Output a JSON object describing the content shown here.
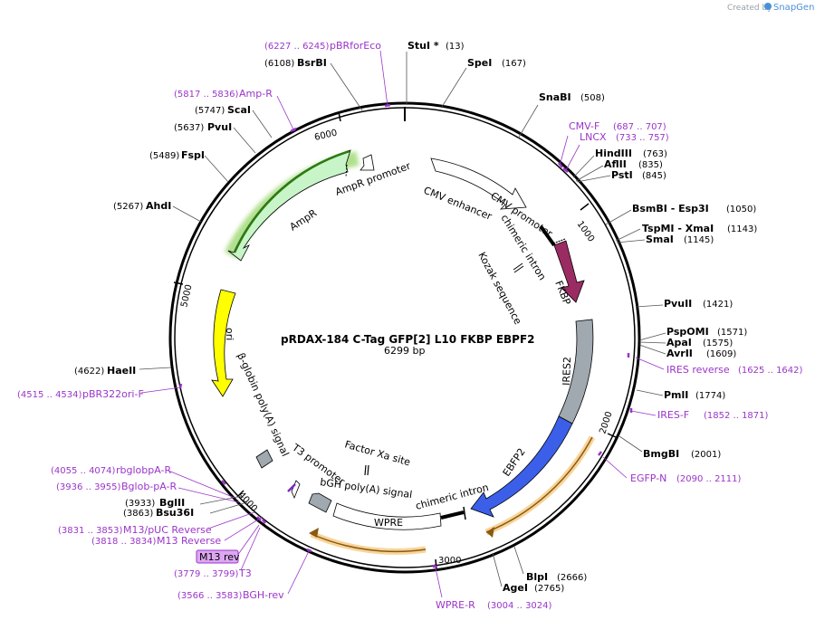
{
  "credit": {
    "prefix": "Created by",
    "brand": "SnapGene"
  },
  "plasmid": {
    "name": "pRDAX-184    C-Tag GFP[2] L10 FKBP EBPF2",
    "size": "6299 bp"
  },
  "ticks": [
    {
      "label": "1000"
    },
    {
      "label": "2000"
    },
    {
      "label": "3000"
    },
    {
      "label": "4000"
    },
    {
      "label": "5000"
    },
    {
      "label": "6000"
    }
  ],
  "sites": [
    {
      "name": "StuI *",
      "pos": "(13)"
    },
    {
      "name": "SpeI",
      "pos": "(167)"
    },
    {
      "name": "SnaBI",
      "pos": "(508)"
    },
    {
      "name": "HindIII",
      "pos": "(763)"
    },
    {
      "name": "AflII",
      "pos": "(835)"
    },
    {
      "name": "PstI",
      "pos": "(845)"
    },
    {
      "name": "BsmBI  - Esp3I",
      "pos": "(1050)"
    },
    {
      "name": "TspMI  - XmaI",
      "pos": "(1143)"
    },
    {
      "name": "SmaI",
      "pos": "(1145)"
    },
    {
      "name": "PvuII",
      "pos": "(1421)"
    },
    {
      "name": "PspOMI",
      "pos": "(1571)"
    },
    {
      "name": "ApaI",
      "pos": "(1575)"
    },
    {
      "name": "AvrII",
      "pos": "(1609)"
    },
    {
      "name": "PmlI",
      "pos": "(1774)"
    },
    {
      "name": "BmgBI",
      "pos": "(2001)"
    },
    {
      "name": "BlpI",
      "pos": "(2666)"
    },
    {
      "name": "AgeI",
      "pos": "(2765)"
    },
    {
      "name": "Bsu36I",
      "pos": "(3863)"
    },
    {
      "name": "BglII",
      "pos": "(3933)"
    },
    {
      "name": "HaeII",
      "pos": "(4622)"
    },
    {
      "name": "AhdI",
      "pos": "(5267)"
    },
    {
      "name": "FspI",
      "pos": "(5489)"
    },
    {
      "name": "PvuI",
      "pos": "(5637)"
    },
    {
      "name": "ScaI",
      "pos": "(5747)"
    },
    {
      "name": "BsrBI",
      "pos": "(6108)"
    }
  ],
  "primers": [
    {
      "name": "pBRforEco",
      "range": "(6227 .. 6245)"
    },
    {
      "name": "Amp-R",
      "range": "(5817 .. 5836)"
    },
    {
      "name": "CMV-F",
      "range": "(687 .. 707)"
    },
    {
      "name": "LNCX",
      "range": "(733 .. 757)"
    },
    {
      "name": "IRES reverse",
      "range": "(1625 .. 1642)"
    },
    {
      "name": "IRES-F",
      "range": "(1852 .. 1871)"
    },
    {
      "name": "EGFP-N",
      "range": "(2090 .. 2111)"
    },
    {
      "name": "WPRE-R",
      "range": "(3004 .. 3024)"
    },
    {
      "name": "BGH-rev",
      "range": "(3566 .. 3583)"
    },
    {
      "name": "T3",
      "range": "(3779 .. 3799)"
    },
    {
      "name": "M13 rev",
      "range": ""
    },
    {
      "name": "M13 Reverse",
      "range": "(3818 .. 3834)"
    },
    {
      "name": "M13/pUC Reverse",
      "range": "(3831 .. 3853)"
    },
    {
      "name": "Bglob-pA-R",
      "range": "(3936 .. 3955)"
    },
    {
      "name": "rbglobpA-R",
      "range": "(4055 .. 4074)"
    },
    {
      "name": "pBR322ori-F",
      "range": "(4515 .. 4534)"
    }
  ],
  "features": [
    "AmpR promoter",
    "AmpR",
    "CMV enhancer",
    "CMV promoter",
    "chimeric intron",
    "Kozak sequence",
    "FKBP",
    "IRES2",
    "EBFP2",
    "chimeric intron",
    "WPRE",
    "bGH poly(A) signal",
    "Factor Xa site",
    "T3 promoter",
    "β-globin poly(A) signal",
    "ori"
  ],
  "colors": {
    "backbone": "#000000",
    "primer": "#9a35c9",
    "ampr": "#c8f5c8",
    "ori": "#ffff00",
    "fkbp": "#9b2c63",
    "ires": "#a0a8b0",
    "ebfp2": "#3b5fe8",
    "highlight_green": "#7cc24a",
    "highlight_orange": "#f0a020"
  }
}
